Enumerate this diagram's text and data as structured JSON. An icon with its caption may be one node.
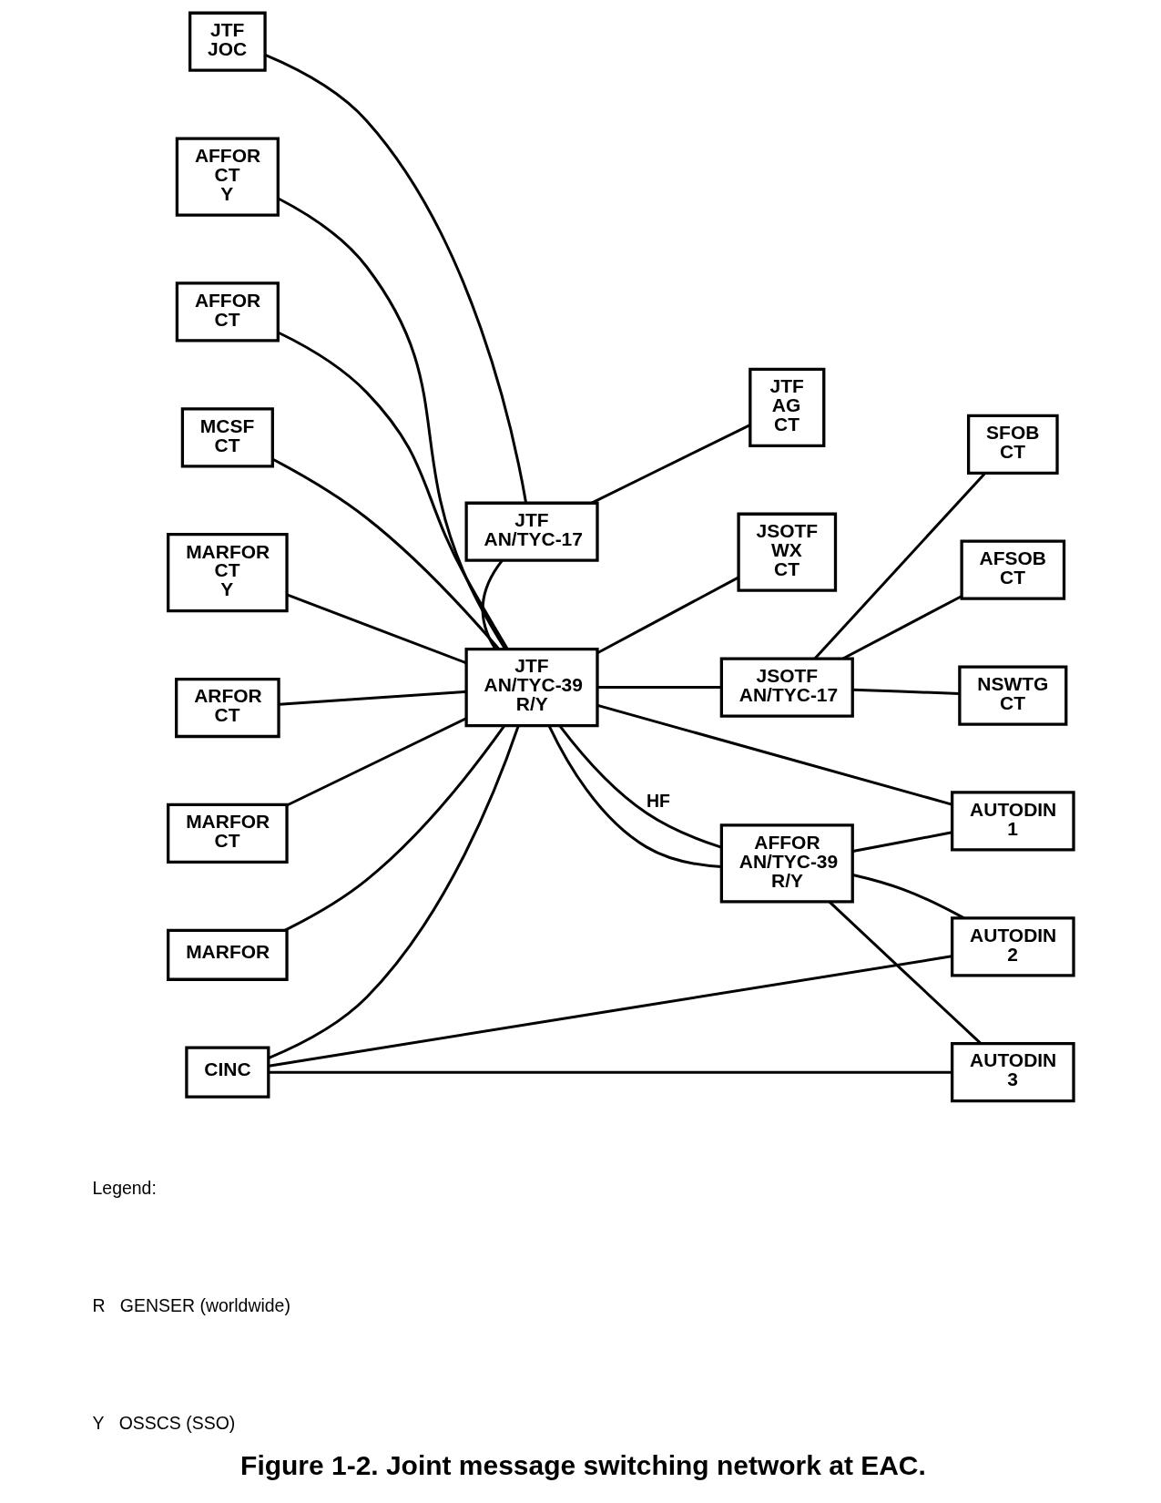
{
  "diagram": {
    "caption": "Figure 1-2. Joint message switching network at EAC.",
    "nodes": [
      {
        "text": [
          "AFFOR",
          "CT",
          "Y"
        ]
      },
      {
        "text": [
          "AFFOR",
          "CT"
        ]
      },
      {
        "text": [
          "JTF",
          "JOC"
        ]
      },
      {
        "text": [
          "JTF",
          "AN/TYC-17"
        ]
      },
      {
        "text": [
          "JTF",
          "AG",
          "CT"
        ]
      },
      {
        "text": [
          "JSOTF",
          "WX",
          "CT"
        ]
      },
      {
        "text": [
          "SFOB",
          "CT"
        ]
      },
      {
        "text": [
          "MCSF",
          "CT"
        ]
      },
      {
        "text": [
          "MARFOR",
          "CT",
          "Y"
        ]
      },
      {
        "text": [
          "JTF",
          "AN/TYC-39",
          "R/Y"
        ]
      },
      {
        "text": [
          "JSOTF",
          "AN/TYC-17"
        ]
      },
      {
        "text": [
          "AFSOB",
          "CT"
        ]
      },
      {
        "text": [
          "NSWTG",
          "CT"
        ]
      },
      {
        "text": [
          "ARFOR",
          "CT"
        ]
      },
      {
        "text": [
          "MARFOR",
          "CT"
        ]
      },
      {
        "text": [
          "MARFOR"
        ]
      },
      {
        "text": [
          "AFFOR",
          "AN/TYC-39",
          "R/Y"
        ]
      },
      {
        "text": [
          "AUTODIN",
          "1"
        ]
      },
      {
        "text": [
          "AUTODIN",
          "2"
        ]
      },
      {
        "text": [
          "CINC"
        ]
      },
      {
        "text": [
          "AUTODIN",
          "3"
        ]
      }
    ],
    "edges": [
      {
        "from": 0,
        "to": 9,
        "arrow": "none"
      },
      {
        "from": 1,
        "to": 9,
        "arrow": "none"
      },
      {
        "from": 7,
        "to": 9,
        "arrow": "none"
      },
      {
        "from": 8,
        "to": 9,
        "arrow": "none"
      },
      {
        "from": 2,
        "to": 3,
        "arrow": "none"
      },
      {
        "from": 3,
        "to": 4,
        "arrow": "none"
      },
      {
        "from": 3,
        "to": 9,
        "arrow": "none"
      },
      {
        "from": 9,
        "to": 5,
        "arrow": "none"
      },
      {
        "from": 9,
        "to": 10,
        "arrow": "none"
      },
      {
        "from": 10,
        "to": 6,
        "arrow": "none"
      },
      {
        "from": 10,
        "to": 11,
        "arrow": "none"
      },
      {
        "from": 10,
        "to": 12,
        "arrow": "none"
      },
      {
        "from": 13,
        "to": 9,
        "arrow": "none"
      },
      {
        "from": 14,
        "to": 9,
        "arrow": "none"
      },
      {
        "from": 15,
        "to": 9,
        "arrow": "none"
      },
      {
        "from": 19,
        "to": 9,
        "arrow": "none"
      },
      {
        "from": 9,
        "to": 16,
        "arrow": "none"
      },
      {
        "from": 9,
        "to": 16,
        "arrow": "none",
        "label": "HF"
      },
      {
        "from": 9,
        "to": 17,
        "arrow": "none"
      },
      {
        "from": 16,
        "to": 17,
        "arrow": "none"
      },
      {
        "from": 16,
        "to": 18,
        "arrow": "none"
      },
      {
        "from": 16,
        "to": 20,
        "arrow": "none"
      },
      {
        "from": 19,
        "to": 18,
        "arrow": "none"
      },
      {
        "from": 19,
        "to": 20,
        "arrow": "none"
      }
    ],
    "labels": [
      "Legend:",
      "R   GENSER (worldwide)",
      "Y   OSSCS (SSO)"
    ]
  }
}
